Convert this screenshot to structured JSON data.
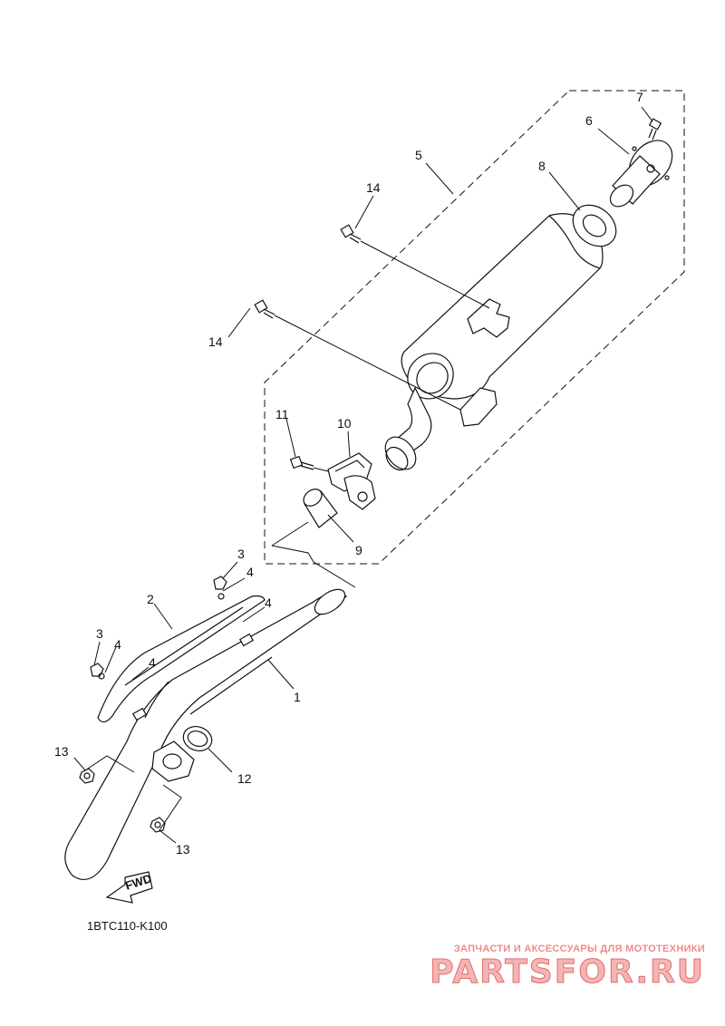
{
  "diagram": {
    "drawing_code": "1BTC110-K100",
    "fwd_label": "FWD",
    "callouts": {
      "p1": "1",
      "p2": "2",
      "p3a": "3",
      "p3b": "3",
      "p4a": "4",
      "p4b": "4",
      "p4c": "4",
      "p4d": "4",
      "p5": "5",
      "p6": "6",
      "p7": "7",
      "p8": "8",
      "p9": "9",
      "p10": "10",
      "p11": "11",
      "p12": "12",
      "p13a": "13",
      "p13b": "13",
      "p14a": "14",
      "p14b": "14"
    }
  },
  "watermark": {
    "subtitle": "ЗАПЧАСТИ И АКСЕССУАРЫ ДЛЯ МОТОТЕХНИКИ",
    "brand": "PARTSFOR.RU"
  }
}
